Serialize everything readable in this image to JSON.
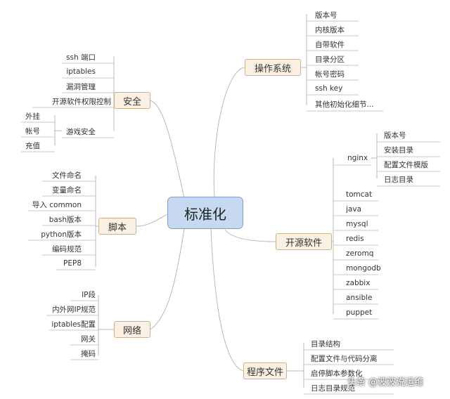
{
  "center": "标准化",
  "branches": {
    "os": {
      "label": "操作系统",
      "items": [
        "版本号",
        "内核版本",
        "自带软件",
        "目录分区",
        "帐号密码",
        "ssh key",
        "其他初始化细节..."
      ]
    },
    "security": {
      "label": "安全",
      "items": [
        "ssh 端口",
        "iptables",
        "漏洞管理",
        "开源软件权限控制"
      ],
      "game": {
        "label": "游戏安全",
        "items": [
          "外挂",
          "帐号",
          "充值"
        ]
      }
    },
    "opensource": {
      "label": "开源软件",
      "nginx": {
        "label": "nginx",
        "items": [
          "版本号",
          "安装目录",
          "配置文件模版",
          "日志目录"
        ]
      },
      "items": [
        "tomcat",
        "java",
        "mysql",
        "redis",
        "zeromq",
        "mongodb",
        "zabbix",
        "ansible",
        "puppet"
      ]
    },
    "script": {
      "label": "脚本",
      "items": [
        "文件命名",
        "变量命名",
        "导入 common",
        "bash版本",
        "python版本",
        "编码规范",
        "PEP8"
      ]
    },
    "network": {
      "label": "网络",
      "items": [
        "IP段",
        "内外网IP规范",
        "iptables配置",
        "网关",
        "掩码"
      ]
    },
    "program": {
      "label": "程序文件",
      "items": [
        "目录结构",
        "配置文件与代码分离",
        "启停脚本参数化",
        "日志目录规范"
      ]
    }
  },
  "watermark": "头条 @波波说运维"
}
